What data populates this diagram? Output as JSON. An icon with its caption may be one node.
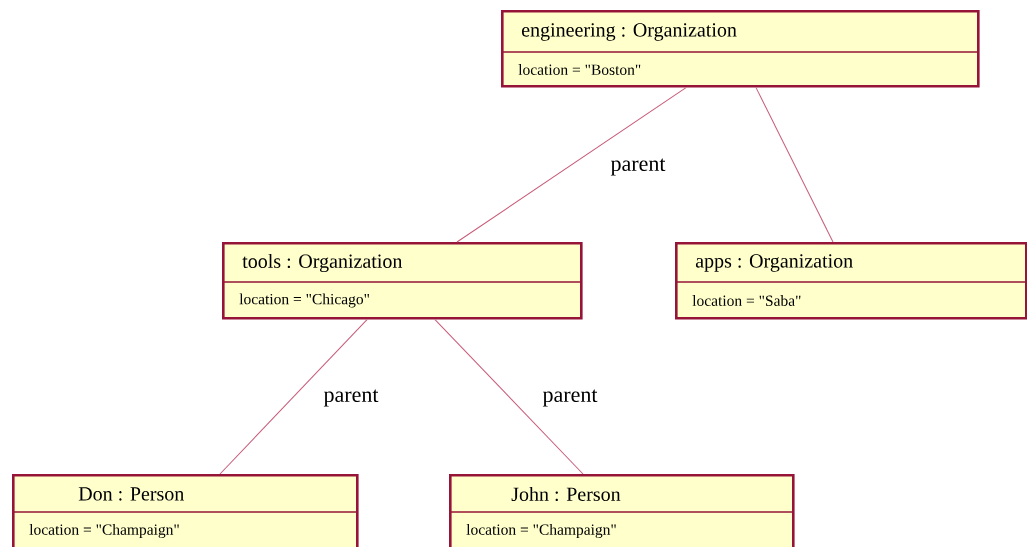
{
  "diagram": {
    "nodes": [
      {
        "text": [
          "engineering : Organization",
          "location = \"Boston\""
        ]
      },
      {
        "text": [
          "tools : Organization",
          "location = \"Chicago\""
        ]
      },
      {
        "text": [
          "apps : Organization",
          "location = \"Saba\""
        ]
      },
      {
        "text": [
          "Don : Person",
          "location = \"Champaign\""
        ]
      },
      {
        "text": [
          "John : Person",
          "location = \"Champaign\""
        ]
      }
    ],
    "edges": [
      {
        "from": 0,
        "to": 1,
        "arrow": "none",
        "label": "parent"
      },
      {
        "from": 0,
        "to": 2,
        "arrow": "none"
      },
      {
        "from": 1,
        "to": 3,
        "arrow": "none",
        "label": "parent"
      },
      {
        "from": 1,
        "to": 4,
        "arrow": "none",
        "label": "parent"
      }
    ]
  }
}
